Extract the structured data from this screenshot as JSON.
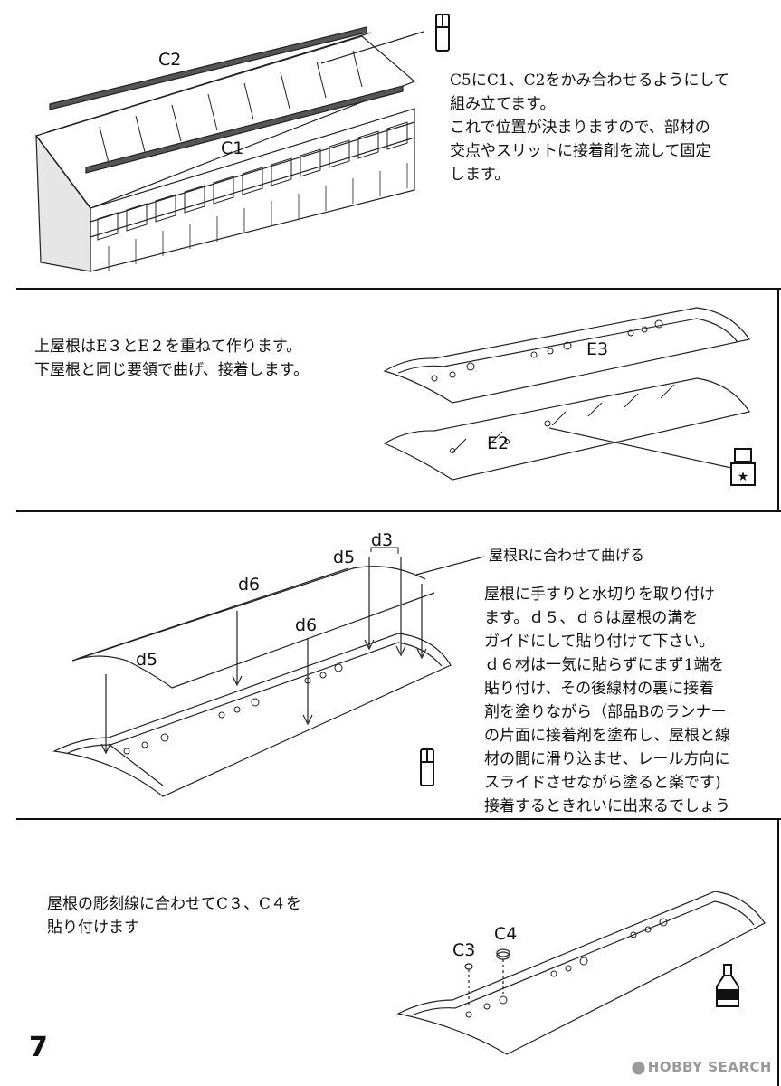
{
  "steps": [
    {
      "text": "C5にC1、C2をかみ合わせるようにして\n組み立てます。\nこれで位置が決まりますので、部材の\n交点やスリットに接着剤を流して固定\nします。",
      "labels": {
        "c2": "C2",
        "c1": "C1"
      },
      "tool_icon": "glue-bottle-icon"
    },
    {
      "text": "上屋根はE３とE２を重ねて作ります。\n下屋根と同じ要領で曲げ、接着します。",
      "labels": {
        "e3": "E3",
        "e2": "E2"
      },
      "tool_icon": "star-tool-icon"
    },
    {
      "text": "屋根に手すりと水切りを取り付け\nます。ｄ５、ｄ６は屋根の溝を\nガイドにして貼り付けて下さい。\nｄ６材は一気に貼らずにまず1端を\n貼り付け、その後線材の裏に接着\n剤を塗りながら（部品Bのランナー\nの片面に接着剤を塗布し、屋根と線\n材の間に滑り込ませ、レール方向に\nスライドさせながら塗ると楽です)\n接着するときれいに出来るでしょう",
      "labels": {
        "d3": "d3",
        "d5_top": "d5",
        "d6_top": "d6",
        "d6_mid": "d6",
        "d5_left": "d5"
      },
      "note": "屋根Rに合わせて曲げる",
      "tool_icon": "glue-bottle-icon"
    },
    {
      "text": "屋根の彫刻線に合わせてC３、C４を\n貼り付けます",
      "labels": {
        "c3": "C3",
        "c4": "C4"
      },
      "tool_icon": "cement-bottle-icon"
    }
  ],
  "page_number": "7",
  "watermark": "HOBBY SEARCH"
}
